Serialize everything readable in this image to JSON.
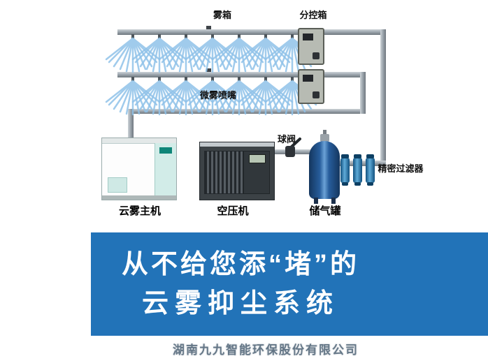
{
  "diagram": {
    "labels": {
      "fog_box": "雾箱",
      "sub_control_box": "分控箱",
      "micro_fog_nozzle": "微雾喷嘴",
      "ball_valve": "球阀",
      "precision_filter": "精密过滤器"
    },
    "equipment": {
      "fog_main_machine": "云雾主机",
      "air_compressor": "空压机",
      "air_tank": "储气罐"
    },
    "colors": {
      "spray_blue": "#8fc2e9",
      "pipe_gray": "#9aa3ab",
      "tank_blue": "#275d9c",
      "control_box_gray": "#b7bbb3"
    }
  },
  "banner": {
    "line1": "从不给您添“堵”的",
    "line2": "云雾抑尘系统",
    "bg_color": "#2273b8",
    "text_color": "#ffffff"
  },
  "watermark": {
    "company": "湖南九九智能环保股份有限公司"
  }
}
